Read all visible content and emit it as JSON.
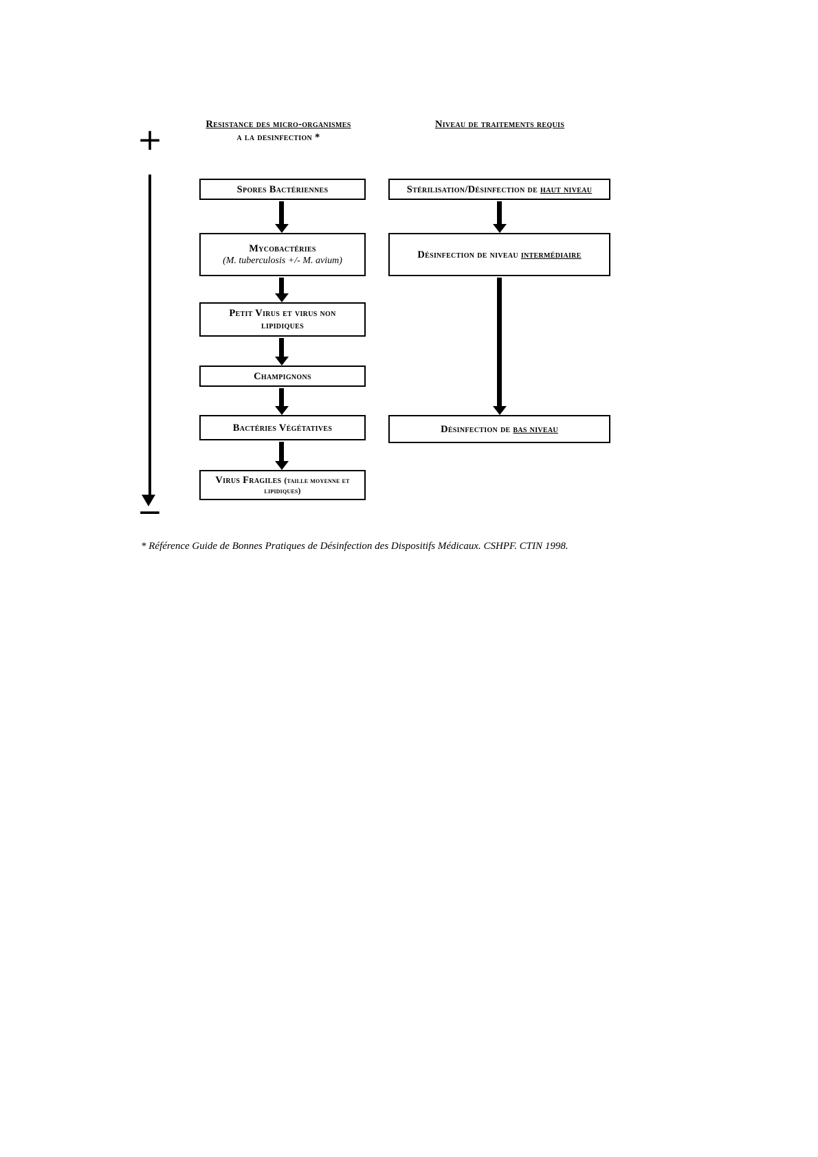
{
  "headers": {
    "resistance_line1": "Resistance des micro-organismes",
    "resistance_line2": "a la desinfection *",
    "treatment": "Niveau de traitements requis"
  },
  "axis": {
    "plus": "+",
    "minus": "−"
  },
  "left_column": {
    "boxes": {
      "spores": {
        "label": "Spores Bactériennes"
      },
      "mycobacteries": {
        "label": "Mycobactéries",
        "sublabel": "(M. tuberculosis +/- M. avium)"
      },
      "petit_virus": {
        "line1": "Petit Virus et virus non",
        "line2": "lipidiques"
      },
      "champignons": {
        "label": "Champignons"
      },
      "bacteries_vegetatives": {
        "label": "Bactéries Végétatives"
      },
      "virus_fragiles": {
        "label": "Virus Fragiles ",
        "detail_line1": "(taille moyenne et",
        "detail_line2": "lipidiques)"
      }
    }
  },
  "right_column": {
    "boxes": {
      "haut_niveau": {
        "prefix": "Stérilisation/Désinfection de ",
        "emphasis": "haut niveau"
      },
      "intermediaire": {
        "prefix": "Désinfection de niveau ",
        "emphasis": "intermédiaire"
      },
      "bas_niveau": {
        "prefix": "Désinfection de  ",
        "emphasis": "bas niveau"
      }
    }
  },
  "footnote": "* Référence Guide de Bonnes Pratiques de Désinfection des Dispositifs Médicaux. CSHPF. CTIN 1998."
}
